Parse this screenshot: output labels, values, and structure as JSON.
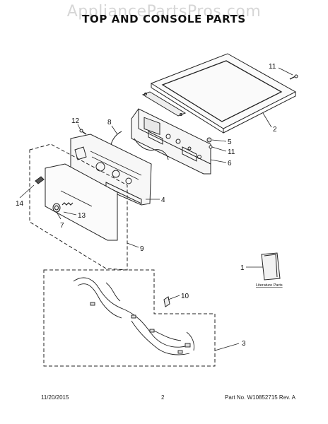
{
  "watermark": "AppliancePartsPros.com",
  "title": "TOP AND CONSOLE PARTS",
  "callouts": {
    "c1": "1",
    "c2": "2",
    "c3": "3",
    "c4": "4",
    "c5": "5",
    "c6": "6",
    "c7": "7",
    "c8": "8",
    "c9": "9",
    "c10": "10",
    "c11a": "11",
    "c11b": "11",
    "c12": "12",
    "c13": "13",
    "c14": "14"
  },
  "literature_label": "Literature Parts",
  "footer": {
    "date": "11/20/2015",
    "page": "2",
    "part_no": "Part No.  W10852715  Rev.  A"
  }
}
